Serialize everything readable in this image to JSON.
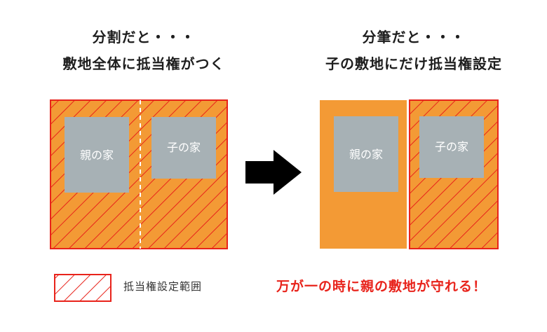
{
  "left_panel": {
    "heading_line1": "分割だと・・・",
    "heading_line2": "敷地全体に抵当権がつく",
    "parent_house": "親の家",
    "child_house": "子の家"
  },
  "right_panel": {
    "heading_line1": "分筆だと・・・",
    "heading_line2": "子の敷地にだけ抵当権設定",
    "parent_house": "親の家",
    "child_house": "子の家"
  },
  "legend": {
    "label": "抵当権設定範囲"
  },
  "conclusion": "万が一の時に親の敷地が守れる！",
  "colors": {
    "land_fill": "#f39a35",
    "mortgage_line": "#e8231b",
    "house_fill": "#a7b1b5",
    "arrow": "#000000"
  }
}
